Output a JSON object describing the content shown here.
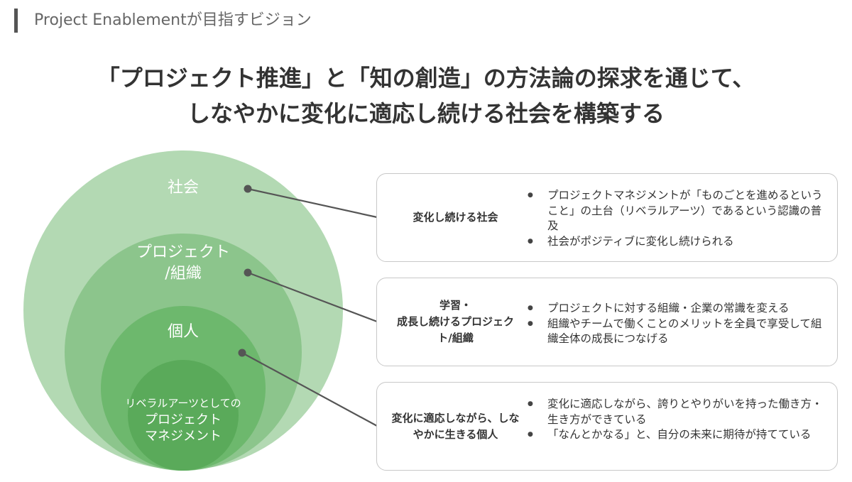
{
  "header": {
    "title": "Project Enablementが目指すビジョン"
  },
  "headline": {
    "line1": "「プロジェクト推進」と「知の創造」の方法論の探求を通じて、",
    "line2": "しなやかに変化に適応し続ける社会を構築する"
  },
  "circles": {
    "society": "社会",
    "org": "プロジェクト\n/組織",
    "individual": "個人",
    "core_small": "リベラルアーツとしての",
    "core_big": "プロジェクト\nマネジメント"
  },
  "colors": {
    "outer": "#b3d9b3",
    "middle": "#8cc58c",
    "inner": "#6db86d",
    "core": "#5aaa5a",
    "connector": "#555555"
  },
  "cards": [
    {
      "title": "変化し続ける社会",
      "bullets": [
        "プロジェクトマネジメントが「ものごとを進めるということ」の土台（リベラルアーツ）であるという認識の普及",
        "社会がポジティブに変化し続けられる"
      ]
    },
    {
      "title": "学習・\n成長し続けるプロジェクト/組織",
      "bullets": [
        "プロジェクトに対する組織・企業の常識を変える",
        "組織やチームで働くことのメリットを全員で享受して組織全体の成長につなげる"
      ]
    },
    {
      "title": "変化に適応しながら、しなやかに生きる個人",
      "bullets": [
        "変化に適応しながら、誇りとやりがいを持った働き方・生き方ができている",
        "「なんとかなる」と、自分の未来に期待が持てている"
      ]
    }
  ]
}
